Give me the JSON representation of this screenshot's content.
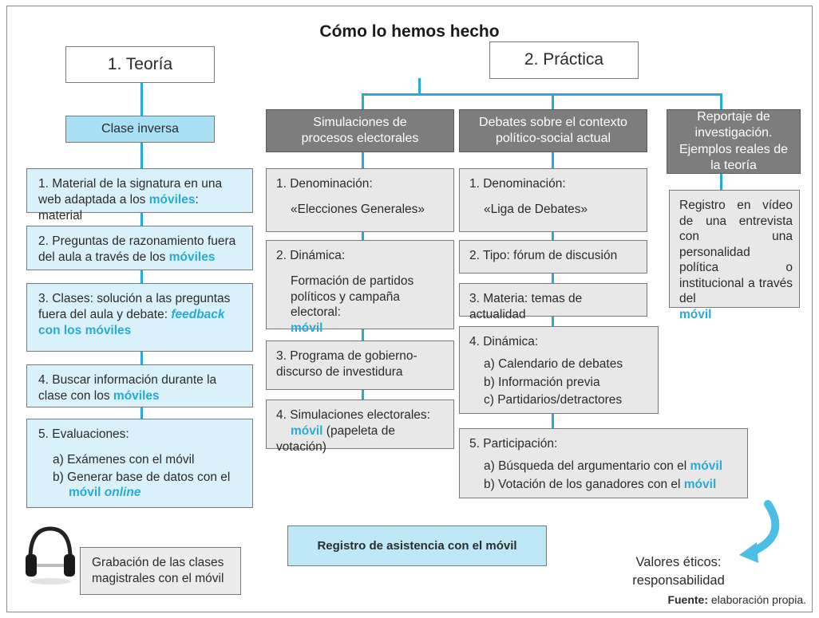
{
  "title": "Cómo lo hemos hecho",
  "theory": {
    "header": "1. Teoría",
    "subheader": "Clase inversa",
    "items": [
      {
        "prefix": "1. Material de la signatura en una web adaptada a los ",
        "hl": "móviles",
        "suffix": ": material"
      },
      {
        "prefix": "2. Preguntas de razonamiento fuera del aula a través de los ",
        "hl": "móviles",
        "suffix": ""
      },
      {
        "prefix": "3. Clases: solución a las preguntas fuera del aula y debate: ",
        "hl": "feedback",
        "hl2": "con los móviles"
      },
      {
        "prefix": "4. Buscar información durante la clase con los ",
        "hl": "móviles",
        "suffix": ""
      },
      {
        "label": "5. Evaluaciones:",
        "a": "a) Exámenes con el móvil",
        "b_prefix": "b) Generar base de datos con el ",
        "b_hl": "móvil",
        "b_hl2": "online"
      }
    ]
  },
  "practice": {
    "header": "2. Práctica",
    "col1": {
      "header": "Simulaciones de procesos electorales",
      "items": [
        {
          "label": "1. Denominación:",
          "detail": "«Elecciones Generales»"
        },
        {
          "label": "2. Dinámica:",
          "detail": "Formación de partidos políticos y campaña electoral:",
          "hl": "móvil"
        },
        {
          "label": "3. Programa de gobierno-discurso de investidura"
        },
        {
          "label": "4. Simulaciones electorales:",
          "hl": "móvil",
          "suffix": "(papeleta de votación)"
        }
      ]
    },
    "col2": {
      "header": "Debates sobre el contexto político-social actual",
      "items": [
        {
          "label": "1. Denominación:",
          "detail": "«Liga de Debates»"
        },
        {
          "label": "2. Tipo: fórum de discusión"
        },
        {
          "label": "3. Materia: temas de actualidad"
        },
        {
          "label": "4. Dinámica:",
          "a": "a) Calendario de debates",
          "b": "b) Información previa",
          "c": "c) Partidarios/detractores"
        },
        {
          "label": "5. Participación:",
          "a": "a) Búsqueda del argumentario con el",
          "b": "b) Votación de los ganadores con el",
          "hl": "móvil"
        }
      ]
    },
    "col3": {
      "header": "Reportaje de investigación. Ejemplos reales de la teoría",
      "body": "Registro en vídeo de una entrevista con una personalidad política o institucional a través del",
      "hl": "móvil"
    }
  },
  "bottom": {
    "recording": "Grabación de las clases magistrales con el móvil",
    "attendance": "Registro de asistencia con el móvil",
    "values": "Valores éticos: responsabilidad",
    "source_label": "Fuente:",
    "source_text": "elaboración propia."
  },
  "colors": {
    "accent": "#29a9d6",
    "light_blue": "#d9f1fa",
    "head_blue": "#a9e0f3",
    "dark_gray": "#7d7d7d",
    "light_gray": "#e8e8e8"
  }
}
